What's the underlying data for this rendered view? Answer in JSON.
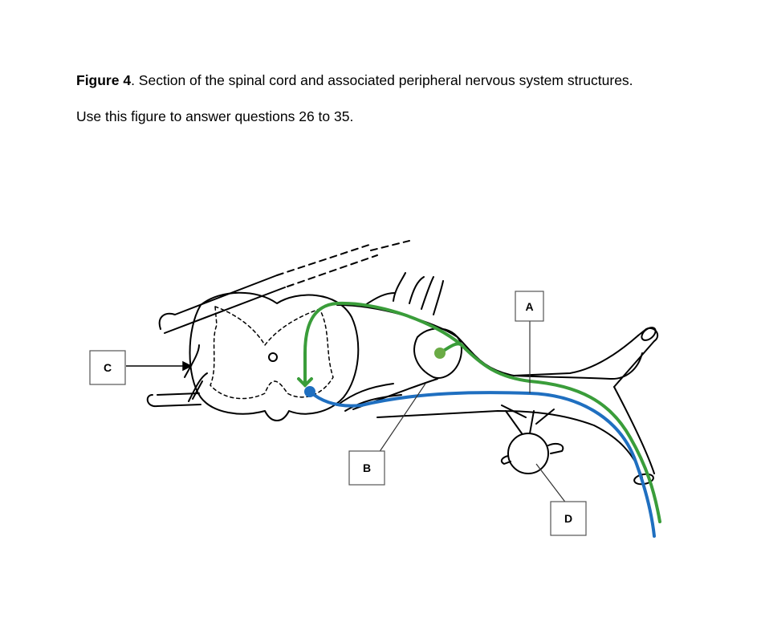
{
  "caption": {
    "figure_number": "Figure 4",
    "text": ".  Section of the spinal cord and associated peripheral nervous system structures."
  },
  "instruction": "Use this figure to answer questions 26 to 35.",
  "labels": {
    "A": "A",
    "B": "B",
    "C": "C",
    "D": "D"
  },
  "colors": {
    "sensory_neuron": "#3a9d3a",
    "motor_neuron": "#1f6fc0",
    "outline": "#000000",
    "green_soma": "#6aab45",
    "blue_soma": "#1f6fc0"
  }
}
